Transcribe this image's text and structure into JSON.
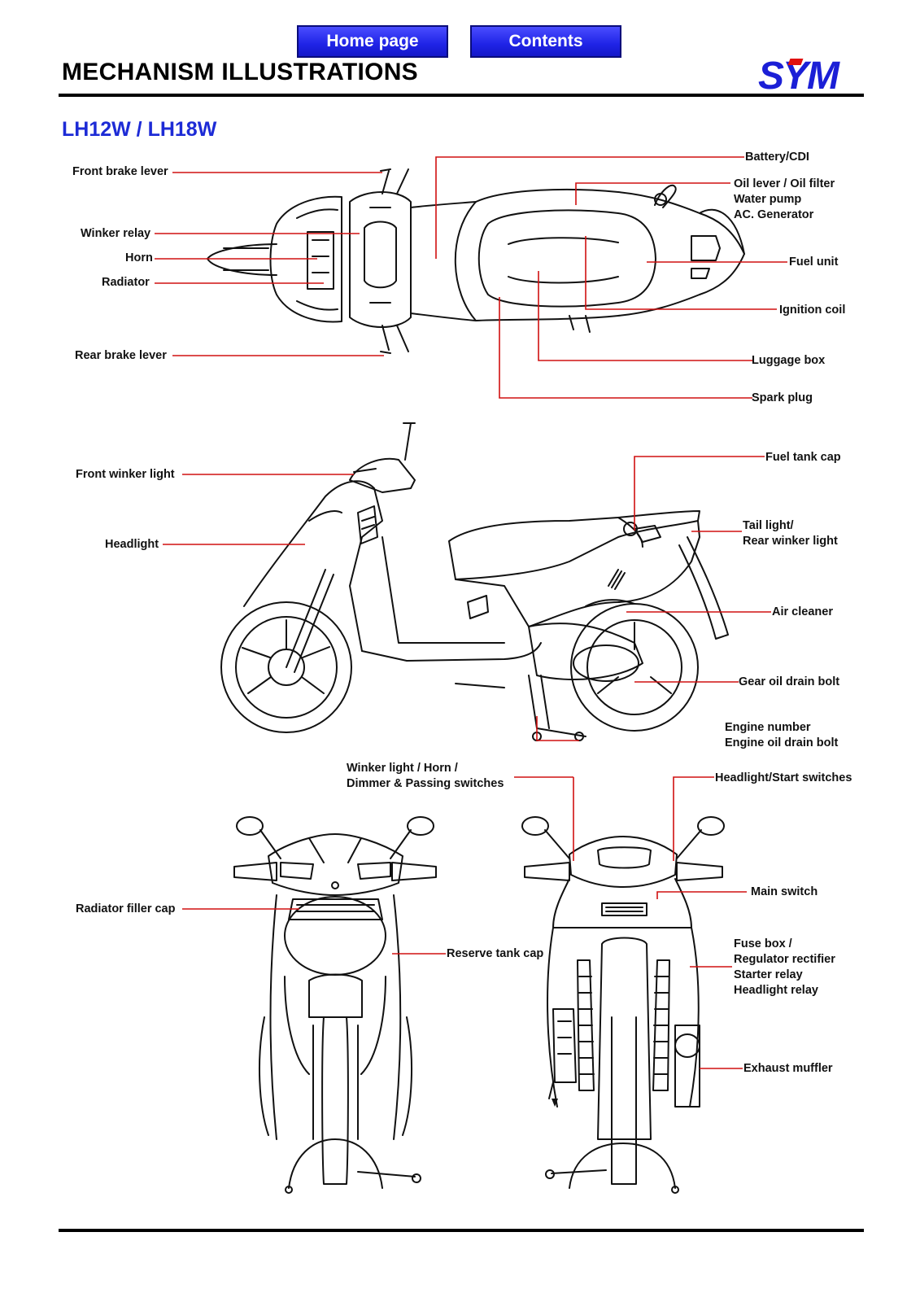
{
  "nav": {
    "home": "Home page",
    "contents": "Contents"
  },
  "header": {
    "title": "MECHANISM ILLUSTRATIONS",
    "brand": "SYM",
    "brand_color": "#1b1fd6"
  },
  "model": "LH12W / LH18W",
  "colors": {
    "leader": "#d01010",
    "model_text": "#1d2bd6"
  },
  "top_view": {
    "front_brake_lever": "Front brake lever",
    "winker_relay": "Winker relay",
    "horn": "Horn",
    "radiator": "Radiator",
    "rear_brake_lever": "Rear brake lever",
    "battery_cdi": "Battery/CDI",
    "oil_lever": "Oil lever / Oil filter",
    "water_pump": "Water pump",
    "ac_generator": "AC. Generator",
    "fuel_unit": "Fuel unit",
    "ignition_coil": "Ignition coil",
    "luggage_box": "Luggage box",
    "spark_plug": "Spark plug"
  },
  "side_view": {
    "front_winker_light": "Front winker light",
    "headlight": "Headlight",
    "fuel_tank_cap": "Fuel tank cap",
    "tail_light_1": "Tail light/",
    "tail_light_2": "Rear winker light",
    "air_cleaner": "Air cleaner",
    "gear_oil_drain_bolt": "Gear oil drain bolt",
    "engine_number": "Engine number",
    "engine_oil_drain_bolt": "Engine oil drain bolt"
  },
  "front_rear_view": {
    "winker_switch_1": "Winker light / Horn /",
    "winker_switch_2": "Dimmer & Passing switches",
    "headlight_start_switches": "Headlight/Start switches",
    "radiator_filler_cap": "Radiator filler cap",
    "reserve_tank_cap": "Reserve tank cap",
    "main_switch": "Main switch",
    "fuse_box": "Fuse box /",
    "regulator_rectifier": "Regulator rectifier",
    "starter_relay": "Starter relay",
    "headlight_relay": "Headlight relay",
    "exhaust_muffler": "Exhaust muffler"
  }
}
